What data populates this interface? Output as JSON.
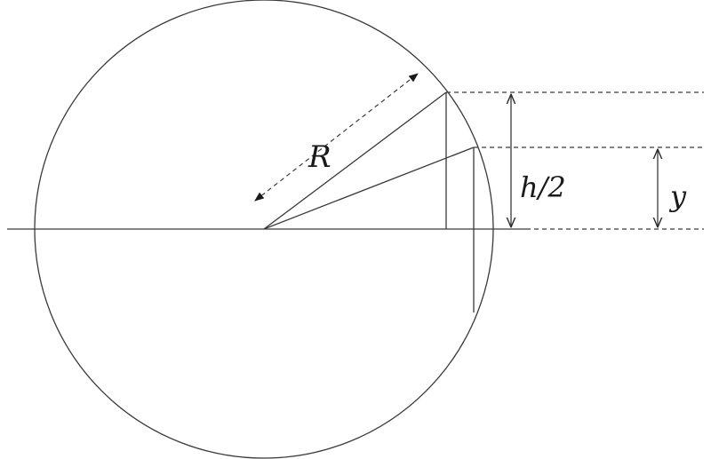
{
  "labels": {
    "radius": "R",
    "half_height": "h/2",
    "height_y": "y"
  }
}
